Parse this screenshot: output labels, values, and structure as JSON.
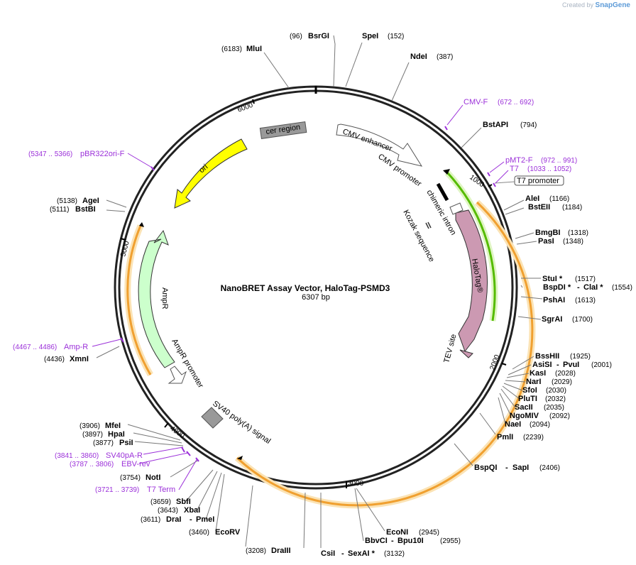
{
  "watermark": {
    "prefix": "Created by",
    "brand": "SnapGene"
  },
  "plasmid": {
    "title": "NanoBRET Assay Vector, HaloTag-PSMD3",
    "length_label": "6307 bp",
    "total_bp": 6307
  },
  "ticks": [
    "1000",
    "2000",
    "3000",
    "4000",
    "5000",
    "6000"
  ],
  "enzymes": [
    {
      "id": "BsrGI",
      "name": "BsrGI",
      "pos": "(96)"
    },
    {
      "id": "SpeI",
      "name": "SpeI",
      "pos": "(152)"
    },
    {
      "id": "MluI",
      "name": "MluI",
      "pos": "(6183)"
    },
    {
      "id": "NdeI",
      "name": "NdeI",
      "pos": "(387)"
    },
    {
      "id": "BstAPI",
      "name": "BstAPI",
      "pos": "(794)"
    },
    {
      "id": "AleI",
      "name": "AleI",
      "pos": "(1166)"
    },
    {
      "id": "BstEII",
      "name": "BstEII",
      "pos": "(1184)"
    },
    {
      "id": "BmgBI",
      "name": "BmgBI",
      "pos": "(1318)"
    },
    {
      "id": "PasI",
      "name": "PasI",
      "pos": "(1348)"
    },
    {
      "id": "StuI",
      "name": "StuI *",
      "pos": "(1517)"
    },
    {
      "id": "BspDI",
      "name": "BspDI *",
      "sep": "-",
      "name2": "ClaI *",
      "pos": "(1554)"
    },
    {
      "id": "PshAI",
      "name": "PshAI",
      "pos": "(1613)"
    },
    {
      "id": "SgrAI",
      "name": "SgrAI",
      "pos": "(1700)"
    },
    {
      "id": "BssHII",
      "name": "BssHII",
      "pos": "(1925)"
    },
    {
      "id": "AsiSI",
      "name": "AsiSI",
      "sep": "-",
      "name2": "PvuI",
      "pos": "(2001)"
    },
    {
      "id": "KasI",
      "name": "KasI",
      "pos": "(2028)"
    },
    {
      "id": "NarI",
      "name": "NarI",
      "pos": "(2029)"
    },
    {
      "id": "SfoI",
      "name": "SfoI",
      "pos": "(2030)"
    },
    {
      "id": "PluTI",
      "name": "PluTI",
      "pos": "(2032)"
    },
    {
      "id": "SacII",
      "name": "SacII",
      "pos": "(2035)"
    },
    {
      "id": "NgoMIV",
      "name": "NgoMIV",
      "pos": "(2092)"
    },
    {
      "id": "NaeI",
      "name": "NaeI",
      "pos": "(2094)"
    },
    {
      "id": "PmlI",
      "name": "PmlI",
      "pos": "(2239)"
    },
    {
      "id": "BspQI",
      "name": "BspQI",
      "sep": "-",
      "name2": "SapI",
      "pos": "(2406)"
    },
    {
      "id": "EcoNI",
      "name": "EcoNI",
      "pos": "(2945)"
    },
    {
      "id": "BbvCI",
      "name": "BbvCI",
      "sep": "-",
      "name2": "Bpu10I",
      "pos": "(2955)"
    },
    {
      "id": "CsiI",
      "name": "CsiI",
      "sep": "-",
      "name2": "SexAI *",
      "pos": "(3132)"
    },
    {
      "id": "DraIII",
      "name": "DraIII",
      "pos": "(3208)"
    },
    {
      "id": "EcoRV",
      "name": "EcoRV",
      "pos": "(3460)"
    },
    {
      "id": "DraI",
      "name": "DraI",
      "sep": "-",
      "name2": "PmeI",
      "pos": "(3611)"
    },
    {
      "id": "XbaI",
      "name": "XbaI",
      "pos": "(3643)"
    },
    {
      "id": "SbfI",
      "name": "SbfI",
      "pos": "(3659)"
    },
    {
      "id": "NotI",
      "name": "NotI",
      "pos": "(3754)"
    },
    {
      "id": "PsiI",
      "name": "PsiI",
      "pos": "(3877)"
    },
    {
      "id": "HpaI",
      "name": "HpaI",
      "pos": "(3897)"
    },
    {
      "id": "MfeI",
      "name": "MfeI",
      "pos": "(3906)"
    },
    {
      "id": "XmnI",
      "name": "XmnI",
      "pos": "(4436)"
    },
    {
      "id": "AgeI",
      "name": "AgeI",
      "pos": "(5138)"
    },
    {
      "id": "BstBI",
      "name": "BstBI",
      "pos": "(5111)"
    }
  ],
  "primers": [
    {
      "id": "CMV-F",
      "name": "CMV-F",
      "pos": "(672 .. 692)"
    },
    {
      "id": "pMT2-F",
      "name": "pMT2-F",
      "pos": "(972 .. 991)"
    },
    {
      "id": "T7",
      "name": "T7",
      "pos": "(1033 .. 1052)"
    },
    {
      "id": "pBR322ori-F",
      "name": "pBR322ori-F",
      "pos": "(5347 .. 5366)"
    },
    {
      "id": "Amp-R",
      "name": "Amp-R",
      "pos": "(4467 .. 4486)"
    },
    {
      "id": "SV40pA-R",
      "name": "SV40pA-R",
      "pos": "(3841 .. 3860)"
    },
    {
      "id": "EBV-rev",
      "name": "EBV-rev",
      "pos": "(3787 .. 3806)"
    },
    {
      "id": "T7-Term",
      "name": "T7 Term",
      "pos": "(3721 .. 3739)"
    }
  ],
  "features": {
    "cmv_enhancer": "CMV enhancer",
    "cmv_promoter": "CMV promoter",
    "chimeric_intron": "chimeric intron",
    "kozak": "Kozak sequence",
    "halotag": "HaloTag®",
    "tev": "TEV site",
    "t7_promoter": "T7 promoter",
    "ampr": "AmpR",
    "ampr_promoter": "AmpR promoter",
    "ori": "ori",
    "cer_region": "cer region",
    "sv40": "SV40 poly(A) signal"
  },
  "colors": {
    "primer": "#9b30d9",
    "ori": "#ffff00",
    "ampr": "#ccffcc",
    "halotag": "#cc99b2",
    "orf": "#f5b041",
    "cer": "#999999",
    "green_orf": "#66cc00"
  }
}
